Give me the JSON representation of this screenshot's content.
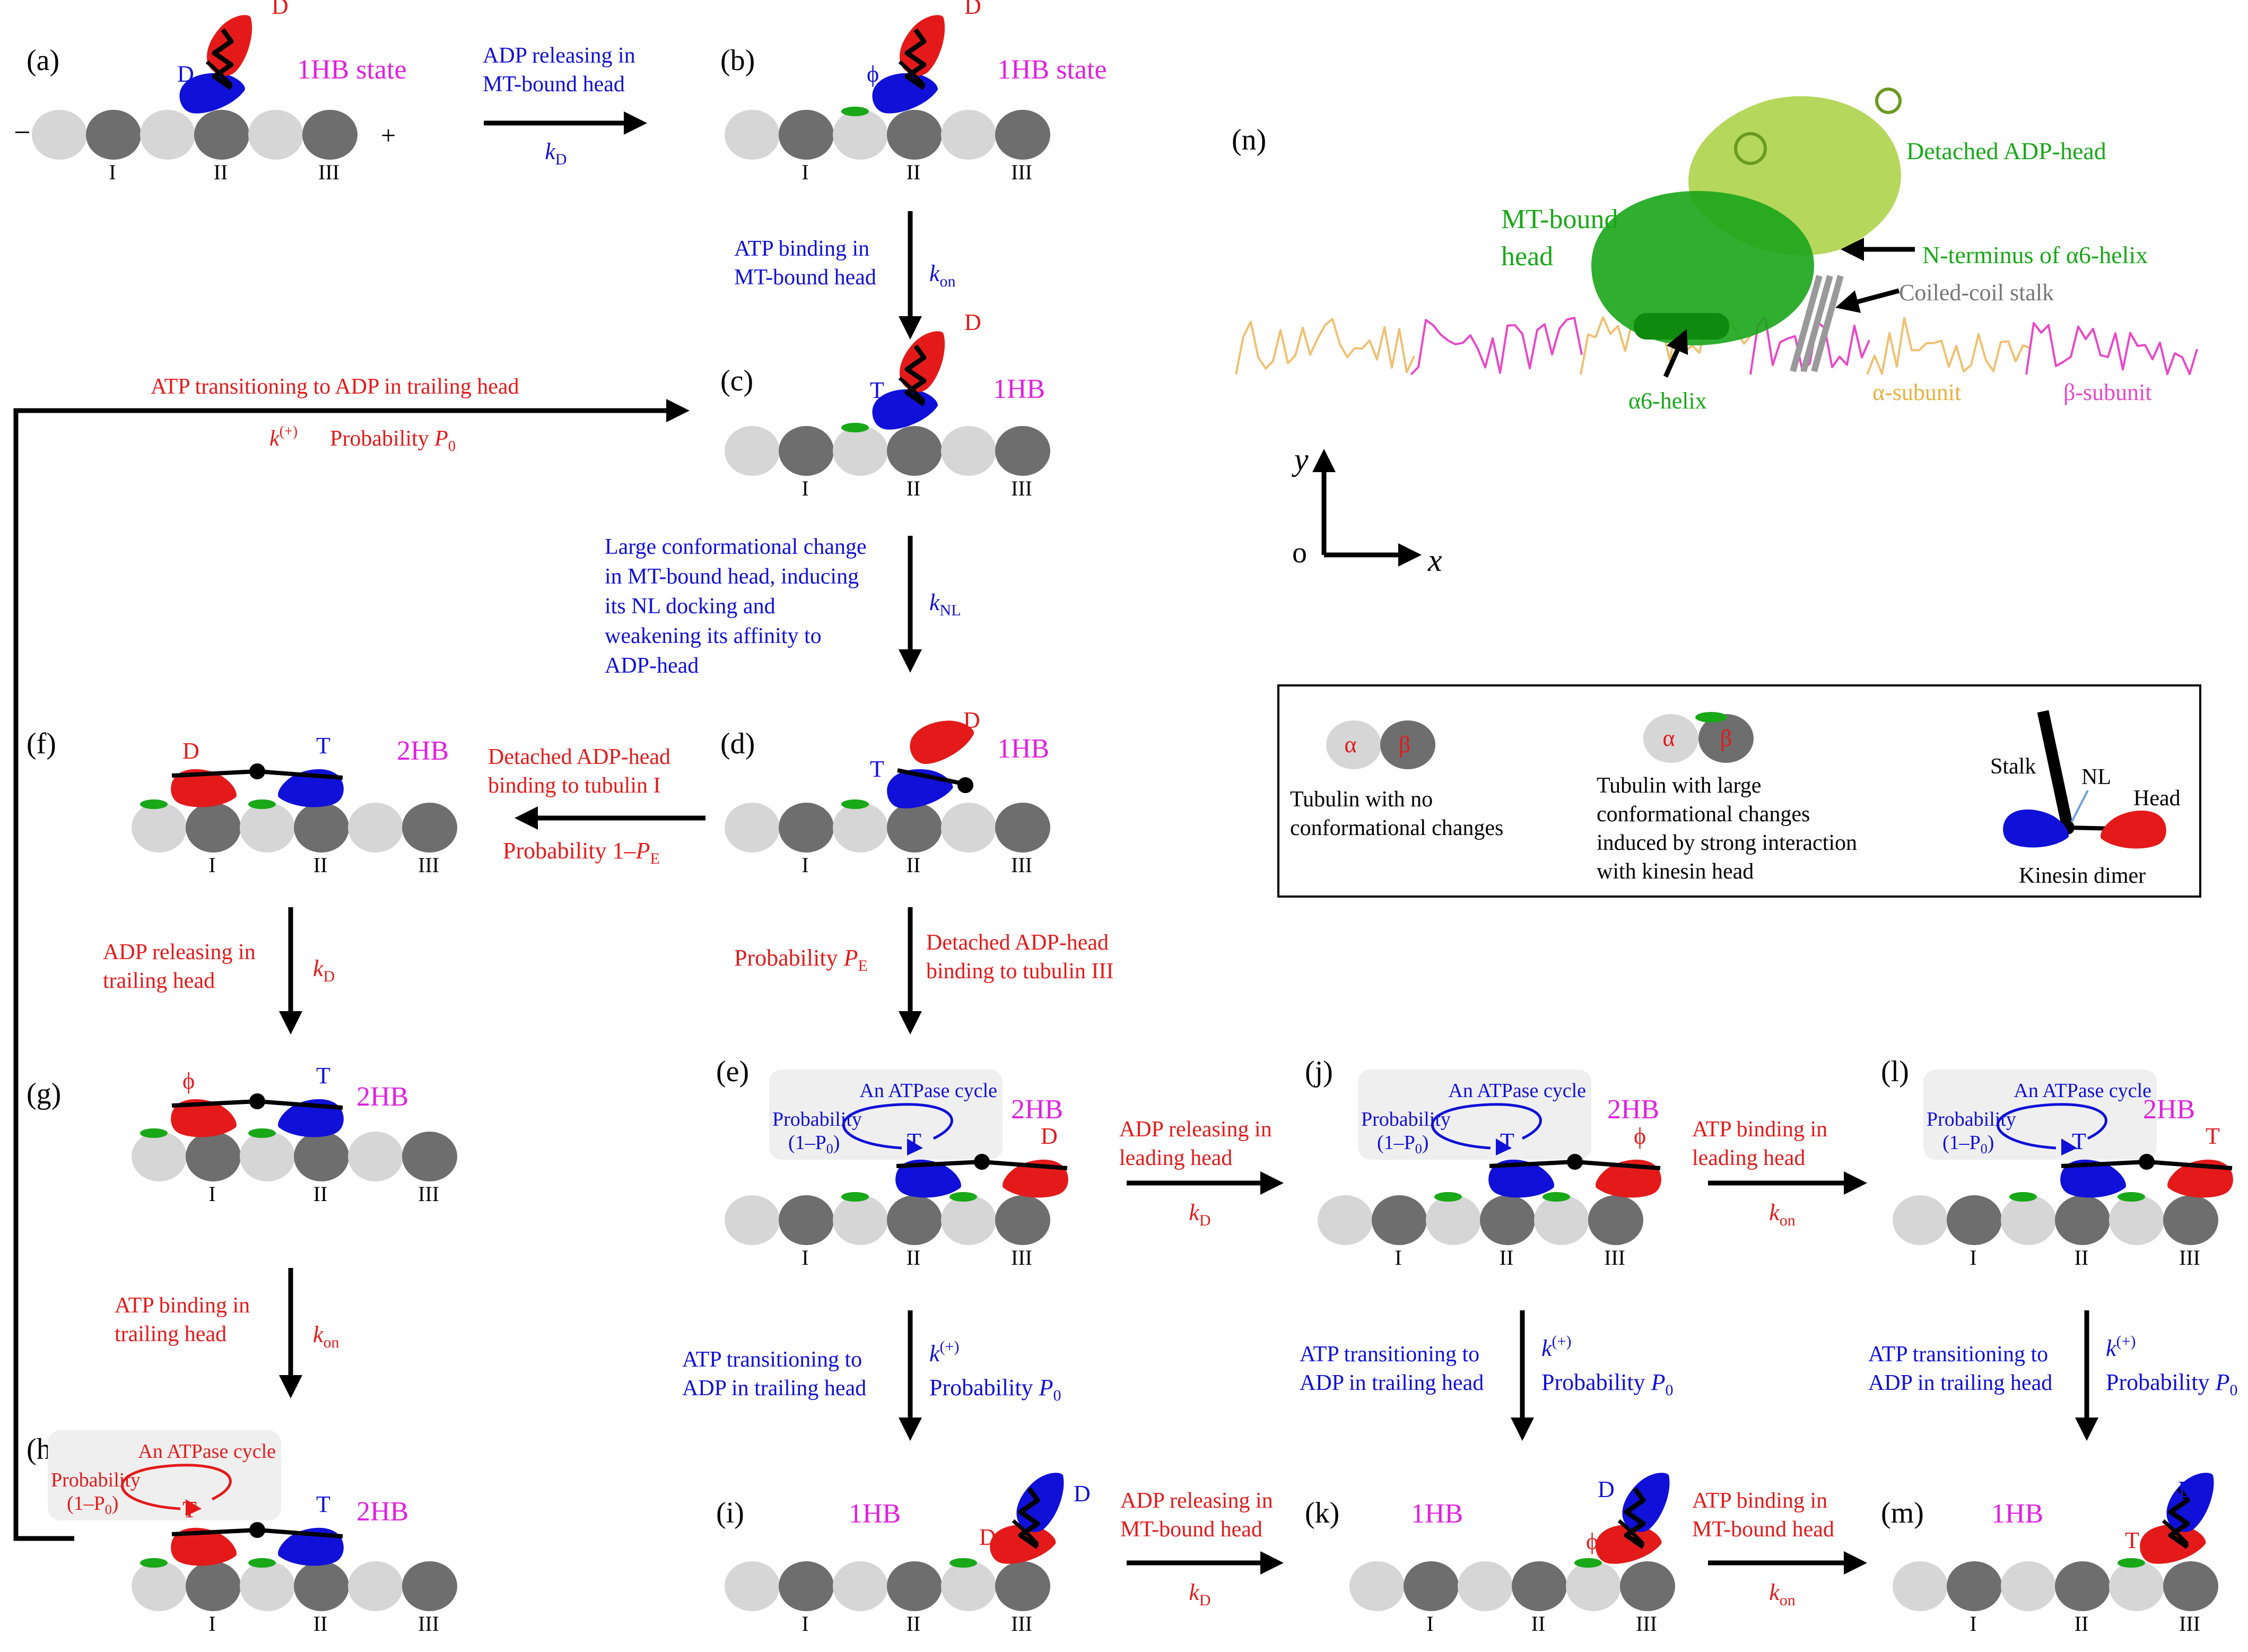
{
  "colors": {
    "blue": "#1010d8",
    "red": "#e41a1a",
    "magenta": "#e020e0",
    "green": "#18a818",
    "tub_light": "#d6d6d6",
    "tub_dark": "#6e6e6e",
    "box_fill": "#efefef",
    "alpha_gold": "#f0c070",
    "beta_pink": "#e848c8",
    "detached_green": "#a8d040",
    "stalk_gray": "#999999"
  },
  "panels": {
    "a": {
      "label": "(a)",
      "state": "1HB state",
      "lead_nuc": "D",
      "trail_nuc": "D",
      "minus": "−",
      "plus": "+"
    },
    "b": {
      "label": "(b)",
      "state": "1HB state",
      "lead_nuc": "D",
      "trail_nuc": "ϕ"
    },
    "c": {
      "label": "(c)",
      "state": "1HB",
      "lead_nuc": "D",
      "trail_nuc": "T"
    },
    "d": {
      "label": "(d)",
      "state": "1HB",
      "lead_nuc": "D",
      "trail_nuc": "T"
    },
    "e": {
      "label": "(e)",
      "state": "2HB",
      "lead_nuc": "D",
      "trail_nuc": "T",
      "cycle": "An ATPase cycle",
      "prob": "Probability",
      "prob2": "(1–P",
      "prob_sub": "0",
      "prob_end": ")"
    },
    "f": {
      "label": "(f)",
      "state": "2HB",
      "lead_nuc": "T",
      "trail_nuc": "D"
    },
    "g": {
      "label": "(g)",
      "state": "2HB",
      "lead_nuc": "T",
      "trail_nuc": "ϕ"
    },
    "h": {
      "label": "(h)",
      "state": "2HB",
      "lead_nuc": "T",
      "trail_nuc": "T",
      "cycle": "An ATPase cycle",
      "prob": "Probability",
      "prob2": "(1–P",
      "prob_sub": "0",
      "prob_end": ")"
    },
    "i": {
      "label": "(i)",
      "state": "1HB",
      "lead_nuc": "D",
      "trail_nuc": "D"
    },
    "j": {
      "label": "(j)",
      "state": "2HB",
      "lead_nuc": "ϕ",
      "trail_nuc": "T",
      "cycle": "An ATPase cycle",
      "prob": "Probability",
      "prob2": "(1–P",
      "prob_sub": "0",
      "prob_end": ")"
    },
    "k": {
      "label": "(k)",
      "state": "1HB",
      "lead_nuc": "D",
      "trail_nuc": "ϕ"
    },
    "l": {
      "label": "(l)",
      "state": "2HB",
      "lead_nuc": "T",
      "trail_nuc": "T",
      "cycle": "An ATPase cycle",
      "prob": "Probability",
      "prob2": "(1–P",
      "prob_sub": "0",
      "prob_end": ")"
    },
    "m": {
      "label": "(m)",
      "state": "1HB",
      "lead_nuc": "D",
      "trail_nuc": "T"
    },
    "n": {
      "label": "(n)"
    }
  },
  "tubulin_labels": [
    "I",
    "II",
    "III"
  ],
  "transitions": {
    "ab": {
      "line1": "ADP releasing in",
      "line2": "MT-bound head",
      "rate": "k",
      "sub": "D"
    },
    "bc": {
      "line1": "ATP binding in",
      "line2": "MT-bound head",
      "rate": "k",
      "sub": "on"
    },
    "cd": {
      "line1": "Large conformational change",
      "line2": "in MT-bound head, inducing",
      "line3": "its NL docking and",
      "line4": "weakening its affinity to",
      "line5": "ADP-head",
      "rate": "k",
      "sub": "NL"
    },
    "hc": {
      "line1": "ATP transitioning to ADP in trailing head",
      "rate": "k",
      "sup": "(+)",
      "prob": "Probability ",
      "probvar": "P",
      "probsub": "0"
    },
    "df": {
      "line1": "Detached ADP-head",
      "line2": "binding  to  tubulin I",
      "prob": "Probability  1–",
      "probvar": "P",
      "probsub": "E"
    },
    "de": {
      "prob": "Probability  ",
      "probvar": "P",
      "probsub": "E",
      "line1": "Detached ADP-head",
      "line2": "binding  to  tubulin III"
    },
    "fg": {
      "line1": "ADP releasing in",
      "line2": "trailing head",
      "rate": "k",
      "sub": "D"
    },
    "gh": {
      "line1": "ATP binding in",
      "line2": "trailing head",
      "rate": "k",
      "sub": "on"
    },
    "ej": {
      "line1": "ADP releasing in",
      "line2": "leading head",
      "rate": "k",
      "sub": "D"
    },
    "jl": {
      "line1": "ATP binding in",
      "line2": "leading head",
      "rate": "k",
      "sub": "on"
    },
    "ei": {
      "line1": "ATP transitioning to",
      "line2": "ADP in trailing head",
      "rate": "k",
      "sup": "(+)",
      "prob": "Probability ",
      "probvar": "P",
      "probsub": "0"
    },
    "jk": {
      "line1": "ATP transitioning to",
      "line2": "ADP in trailing head",
      "rate": "k",
      "sup": "(+)",
      "prob": "Probability ",
      "probvar": "P",
      "probsub": "0"
    },
    "lm": {
      "line1": "ATP transitioning to",
      "line2": "ADP in trailing head",
      "rate": "k",
      "sup": "(+)",
      "prob": "Probability ",
      "probvar": "P",
      "probsub": "0"
    },
    "ik": {
      "line1": "ADP releasing in",
      "line2": "MT-bound head",
      "rate": "k",
      "sub": "D"
    },
    "km": {
      "line1": "ATP binding in",
      "line2": "MT-bound head",
      "rate": "k",
      "sub": "on"
    }
  },
  "structure": {
    "detached": "Detached ADP-head",
    "mt_bound1": "MT-bound",
    "mt_bound2": "head",
    "nterm": "N-terminus of α6-helix",
    "coil": "Coiled-coil stalk",
    "helix": "α6-helix",
    "alpha": "α-subunit",
    "beta": "β-subunit"
  },
  "axes": {
    "y": "y",
    "x": "x",
    "o": "o"
  },
  "legend": {
    "alpha": "α",
    "beta": "β",
    "tub1_l1": "Tubulin with no",
    "tub1_l2": "conformational changes",
    "tub2_l1": "Tubulin with large",
    "tub2_l2": "conformational changes",
    "tub2_l3": "induced by strong interaction",
    "tub2_l4": "with kinesin head",
    "stalk": "Stalk",
    "nl": "NL",
    "head": "Head",
    "dimer": "Kinesin dimer"
  }
}
